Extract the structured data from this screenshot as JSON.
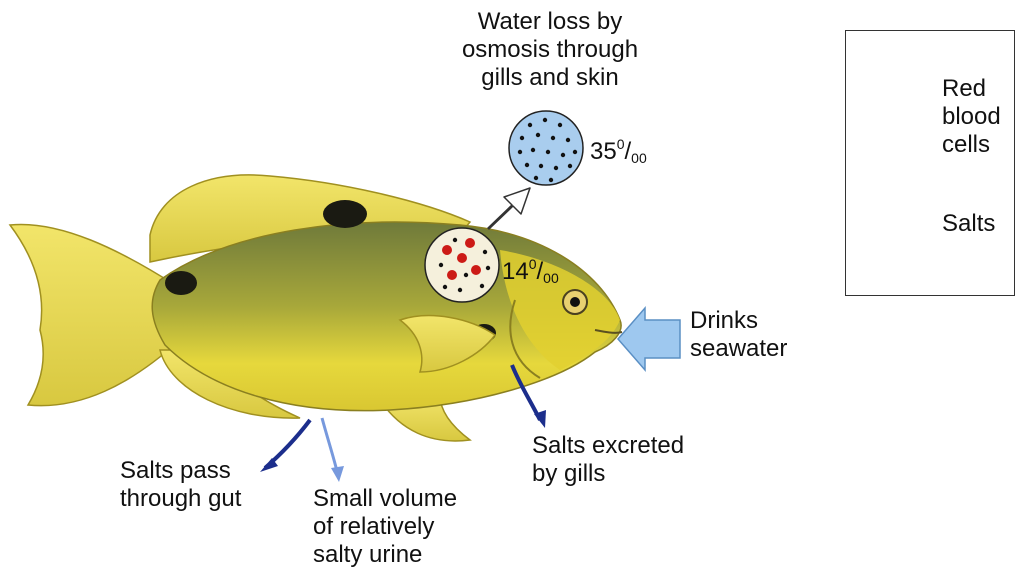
{
  "labels": {
    "water_loss": [
      "Water loss by",
      "osmosis through",
      "gills and skin"
    ],
    "drinks": [
      "Drinks",
      "seawater"
    ],
    "salts_excreted": [
      "Salts excreted",
      "by gills"
    ],
    "salts_pass": [
      "Salts pass",
      "through gut"
    ],
    "urine": [
      "Small volume",
      "of relatively",
      "salty urine"
    ]
  },
  "concentrations": {
    "seawater": {
      "base": "35",
      "sup": "0",
      "sub": "00"
    },
    "body": {
      "base": "14",
      "sup": "0",
      "sub": "00"
    }
  },
  "legend": {
    "red_blood_cells": [
      "Red",
      "blood",
      "cells"
    ],
    "salts": "Salts"
  },
  "colors": {
    "fish_body": "#e8d83a",
    "fish_back": "#7f8a3e",
    "fin": "#eedd55",
    "seawater_circle": "#a9cdee",
    "rbc": "#cc1b16",
    "salt": "#111111",
    "drink_arrow": "#9ec8ef",
    "excretion_arrow": "#1c2e8c",
    "urine_arrow": "#7799dd"
  }
}
